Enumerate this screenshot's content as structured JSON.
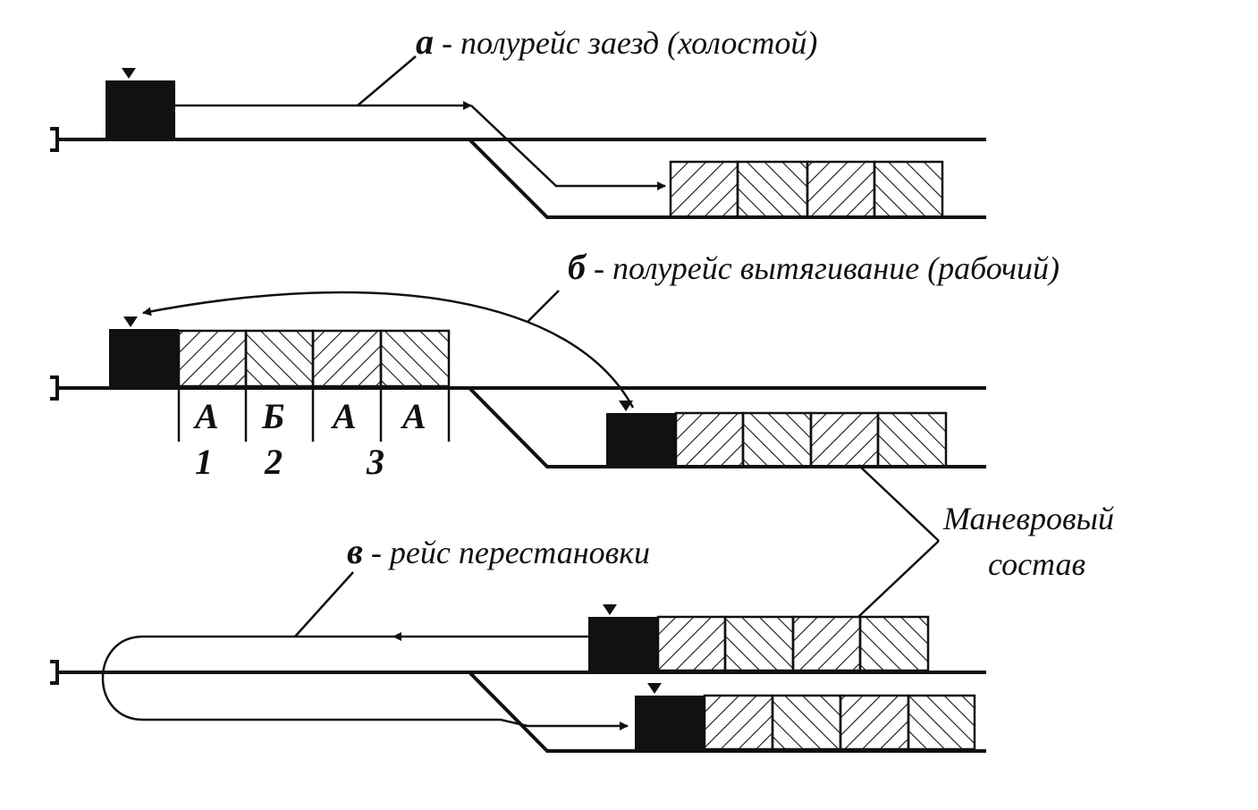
{
  "labels": {
    "a_letter": "а",
    "a_text": " - полурейс заезд (холостой)",
    "b_letter": "б",
    "b_text": " - полурейс вытягивание (рабочий)",
    "v_letter": "в",
    "v_text": " - рейс перестановки",
    "consist_line1": "Маневровый",
    "consist_line2": "состав"
  },
  "wagons": {
    "letters": [
      "А",
      "Б",
      "А",
      "А"
    ],
    "numbers": [
      "1",
      "2",
      "3"
    ]
  }
}
